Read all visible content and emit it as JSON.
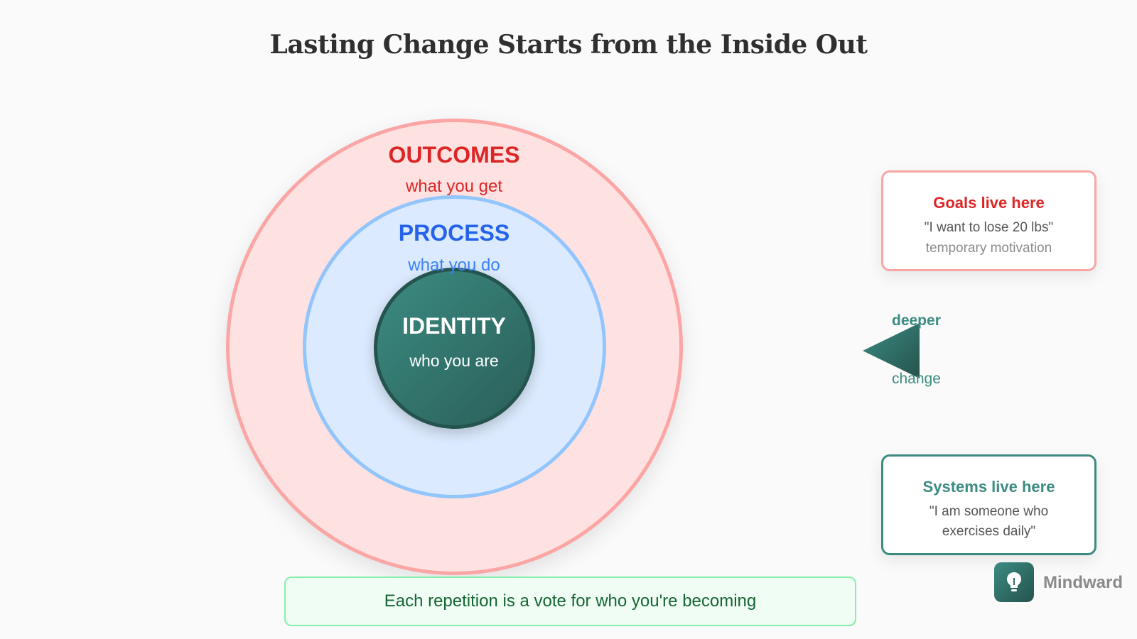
{
  "title": "Lasting Change Starts from the Inside Out",
  "rings": {
    "outcomes": {
      "label": "OUTCOMES",
      "sub": "what you get"
    },
    "process": {
      "label": "PROCESS",
      "sub": "what you do"
    },
    "identity": {
      "label": "IDENTITY",
      "sub": "who you are"
    }
  },
  "cards": {
    "goals": {
      "title": "Goals live here",
      "quote": "\"I want to lose 20 lbs\"",
      "note": "temporary motivation"
    },
    "systems": {
      "title": "Systems live here",
      "quote": "\"I am someone who exercises daily\""
    }
  },
  "arrow": {
    "top_label": "deeper",
    "bottom_label": "change",
    "icon": "arrow-left-icon"
  },
  "banner": "Each repetition is a vote for who you're becoming",
  "brand": {
    "name": "Mindward",
    "icon": "lightbulb-icon"
  },
  "colors": {
    "outcomes": "#dc2626",
    "process": "#2563eb",
    "identity": "#2f6f67",
    "banner": "#166534"
  }
}
